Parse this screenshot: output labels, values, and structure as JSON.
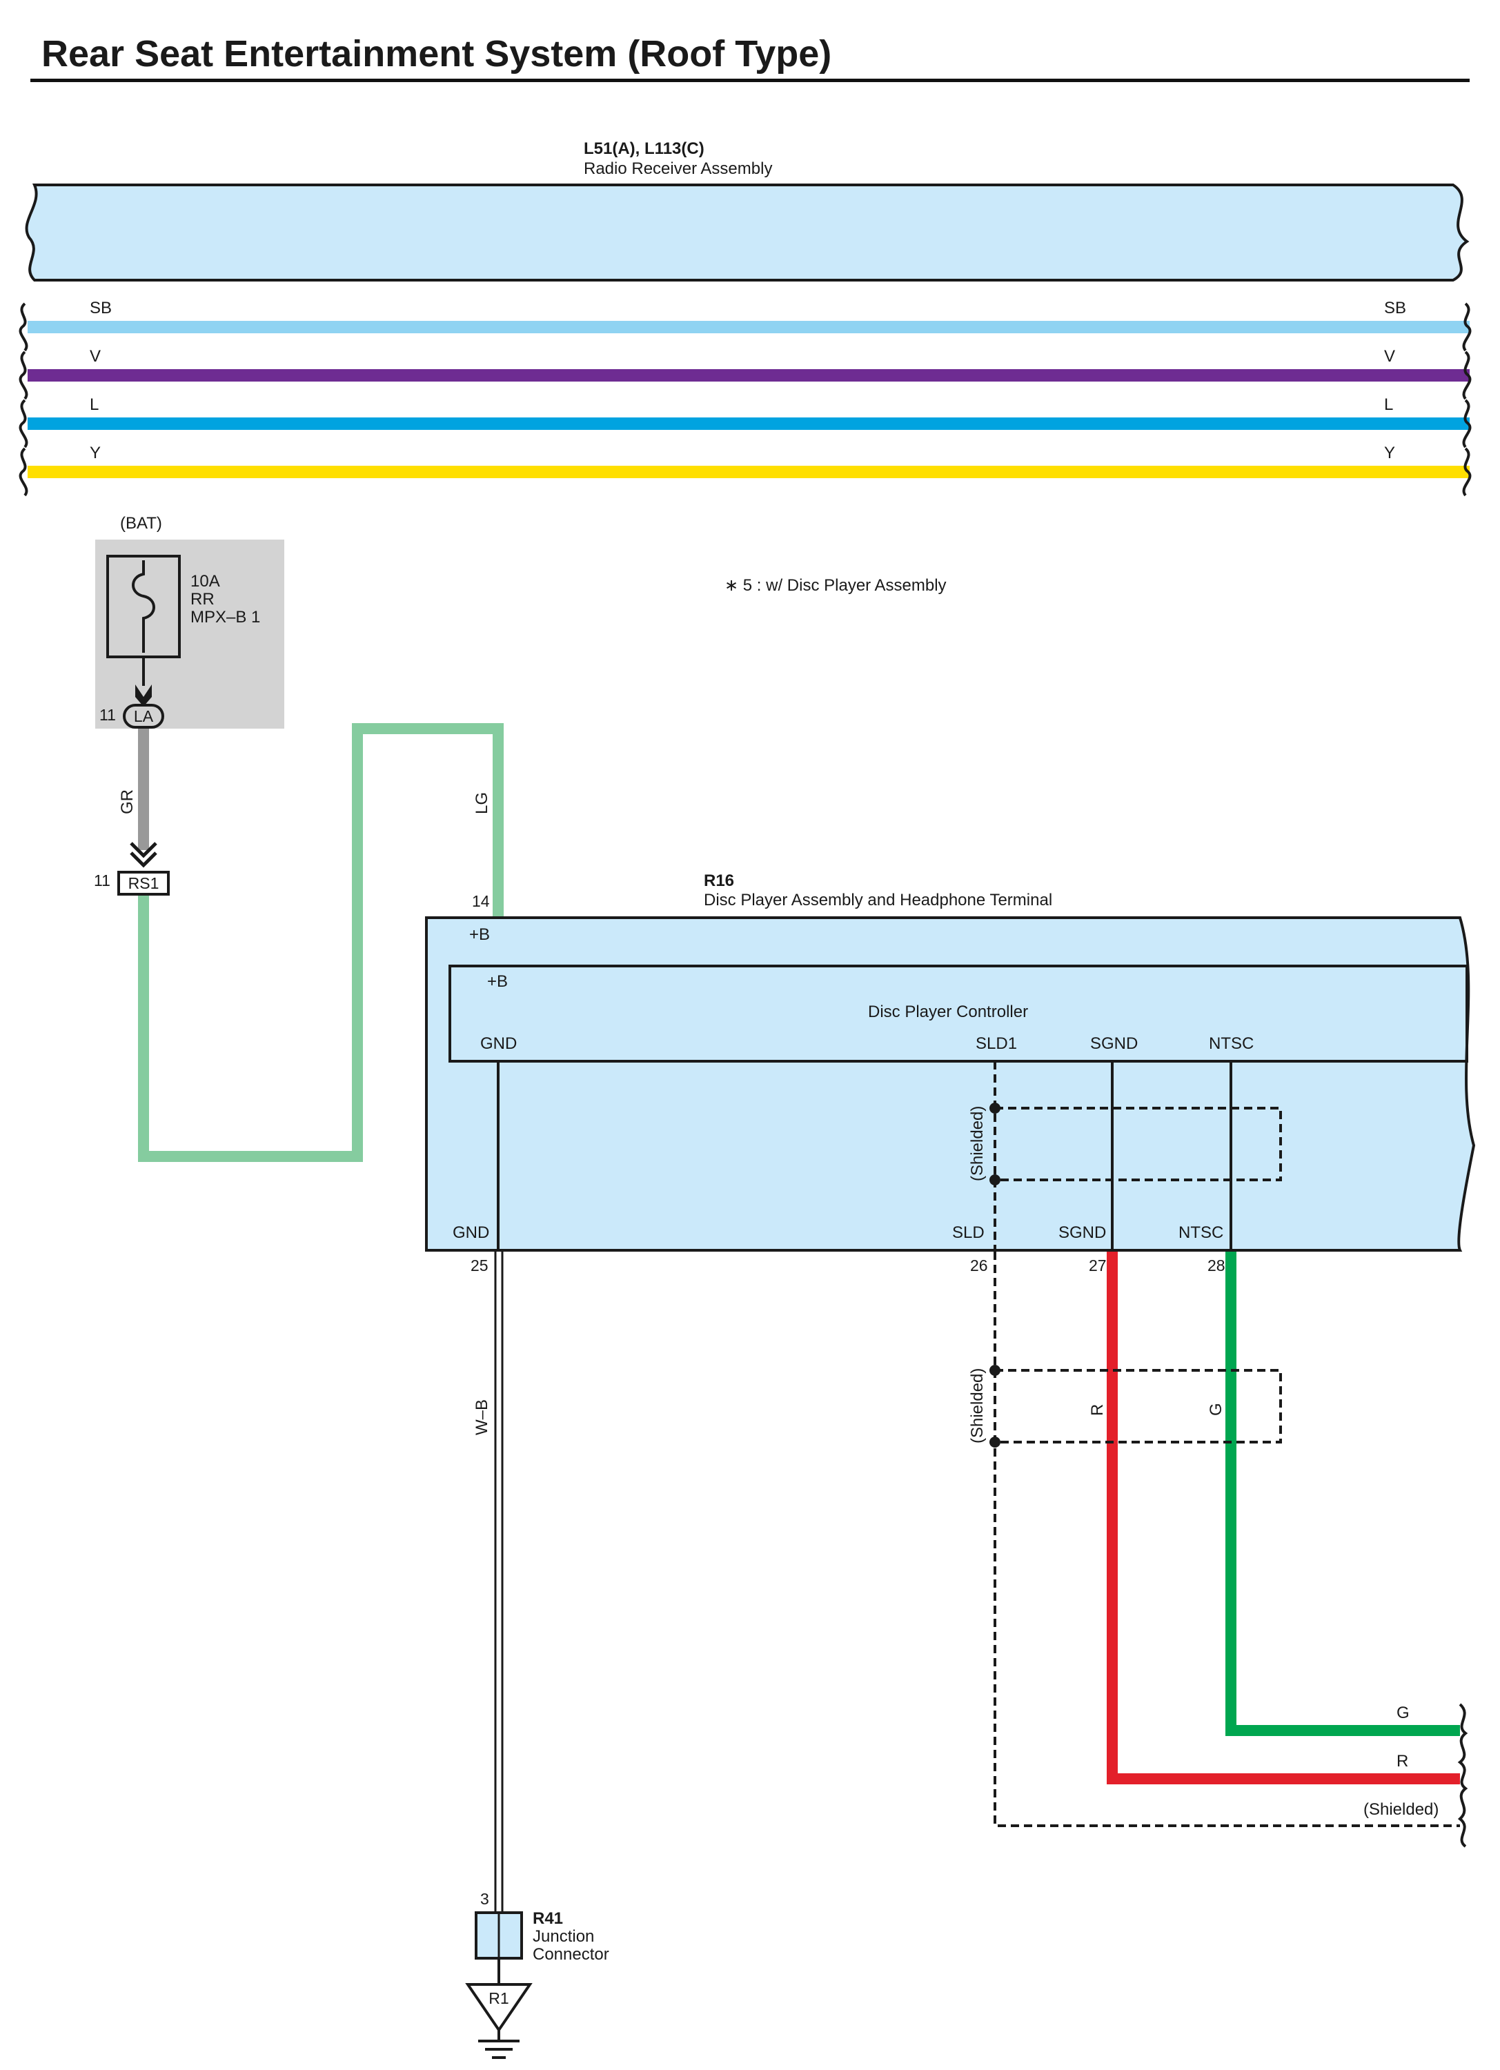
{
  "page": {
    "title": "Rear Seat Entertainment System (Roof Type)"
  },
  "radio_receiver": {
    "code": "L51(A), L113(C)",
    "name": "Radio Receiver Assembly"
  },
  "bus_wires": [
    {
      "code": "SB",
      "color": "#8fd3f2"
    },
    {
      "code": "V",
      "color": "#6e2c92"
    },
    {
      "code": "L",
      "color": "#00a3e0"
    },
    {
      "code": "Y",
      "color": "#ffdf00"
    }
  ],
  "fuse": {
    "source": "(BAT)",
    "rating": "10A",
    "name_line1": "RR",
    "name_line2": "MPX–B 1"
  },
  "note": "∗ 5 : w/ Disc Player Assembly",
  "connector_la": {
    "pin": "11",
    "code": "LA"
  },
  "connector_rs1": {
    "pin": "11",
    "code": "RS1"
  },
  "wires": {
    "gr": {
      "code": "GR",
      "color": "#999999"
    },
    "lg": {
      "code": "LG",
      "color": "#85cc9f"
    },
    "wb": {
      "code": "W–B"
    },
    "r": {
      "code": "R",
      "color": "#e3202a"
    },
    "g": {
      "code": "G",
      "color": "#00a650"
    }
  },
  "disc_player": {
    "code": "R16",
    "name": "Disc Player Assembly and Headphone Terminal",
    "pin_bplus_num": "14",
    "pin_bplus": "+B",
    "controller": {
      "name": "Disc Player Controller",
      "bplus": "+B",
      "gnd": "GND",
      "sld1": "SLD1",
      "sgnd": "SGND",
      "ntsc": "NTSC"
    },
    "pins": {
      "gnd": "GND",
      "gnd_num": "25",
      "sld": "SLD",
      "sld_num": "26",
      "sgnd": "SGND",
      "sgnd_num": "27",
      "ntsc": "NTSC",
      "ntsc_num": "28"
    }
  },
  "shielded_label": "(Shielded)",
  "right_wire_labels": {
    "g": "G",
    "r": "R",
    "shielded": "(Shielded)"
  },
  "junction": {
    "pin": "3",
    "code": "R41",
    "name_line1": "Junction",
    "name_line2": "Connector",
    "ground": "R1"
  }
}
